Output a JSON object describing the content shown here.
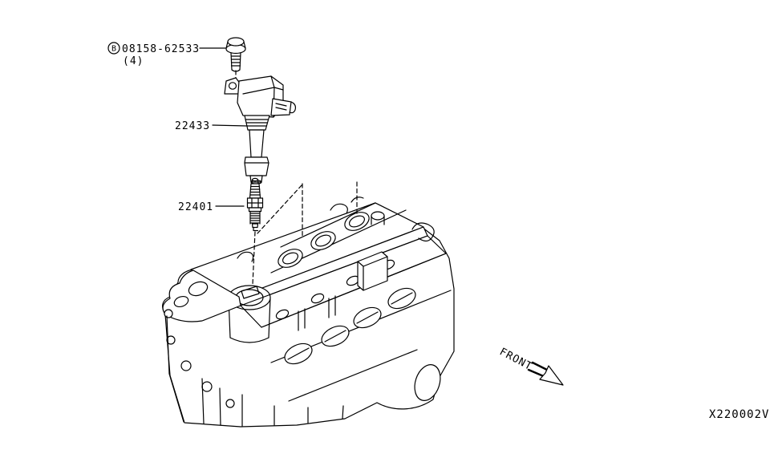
{
  "page": {
    "paper_color": "#ffffff",
    "ink_color": "#000000",
    "kind": "parts-catalog-line-diagram",
    "subject": "ignition system on engine (coil, spark plug, bolt)"
  },
  "callouts": {
    "bolt": {
      "symbol": "B",
      "part_number": "08158-62533",
      "quantity": "(4)"
    },
    "ignition_coil": {
      "part_number": "22433"
    },
    "spark_plug": {
      "part_number": "22401"
    }
  },
  "annotations": {
    "front_label": "FRONT",
    "drawing_code": "X220002V"
  }
}
